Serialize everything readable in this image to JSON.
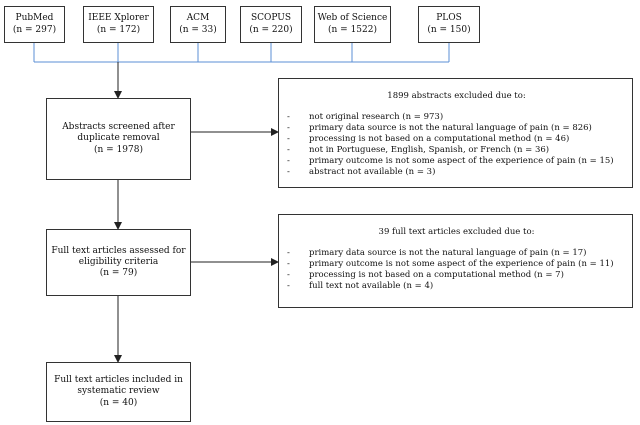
{
  "sources": [
    {
      "name": "PubMed",
      "count": "(n = 297)"
    },
    {
      "name": "IEEE Xplorer",
      "count": "(n = 172)"
    },
    {
      "name": "ACM",
      "count": "(n = 33)"
    },
    {
      "name": "SCOPUS",
      "count": "(n = 220)"
    },
    {
      "name": "Web of Science",
      "count": "(n = 1522)"
    },
    {
      "name": "PLOS",
      "count": "(n = 150)"
    }
  ],
  "screened": {
    "line1": "Abstracts screened after",
    "line2": "duplicate removal",
    "count": "(n = 1978)"
  },
  "assessed": {
    "line1": "Full text articles assessed for",
    "line2": "eligibility criteria",
    "count": "(n = 79)"
  },
  "included": {
    "line1": "Full text articles included in",
    "line2": "systematic review",
    "count": "(n = 40)"
  },
  "excluded_abstracts": {
    "title": "1899 abstracts excluded due to:",
    "items": [
      "not original research  (n = 973)",
      "primary data source is not the natural language of pain (n = 826)",
      "processing is not based on a computational method (n = 46)",
      "not in Portuguese, English, Spanish, or French (n = 36)",
      "primary outcome is not some aspect of the experience of pain (n = 15)",
      "abstract not available (n = 3)"
    ]
  },
  "excluded_fulltext": {
    "title": "39 full text articles excluded due to:",
    "items": [
      "primary data source is not the natural language of pain (n = 17)",
      "primary outcome is not some aspect of the experience of pain (n = 11)",
      "processing is not based on a computational method (n = 7)",
      "full text not available (n = 4)"
    ]
  }
}
